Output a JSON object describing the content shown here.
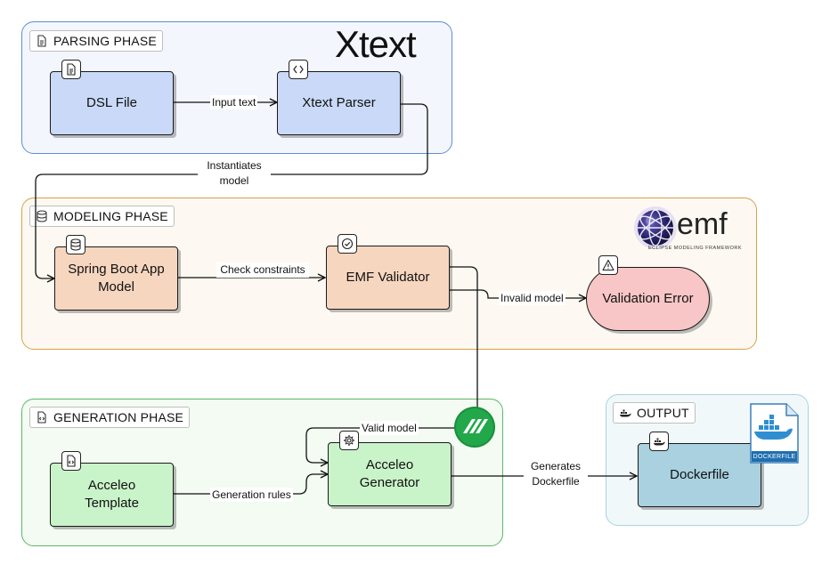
{
  "phases": {
    "parsing": {
      "label": "PARSING PHASE"
    },
    "modeling": {
      "label": "MODELING PHASE"
    },
    "generation": {
      "label": "GENERATION PHASE"
    },
    "output": {
      "label": "OUTPUT"
    }
  },
  "nodes": {
    "dsl_file": "DSL File",
    "xtext_parser": "Xtext Parser",
    "spring_boot_model": "Spring Boot App Model",
    "emf_validator": "EMF Validator",
    "validation_error": "Validation Error",
    "acceleo_template": "Acceleo Template",
    "acceleo_generator": "Acceleo Generator",
    "dockerfile": "Dockerfile"
  },
  "edges": {
    "input_text": "Input text",
    "instantiates_model": "Instantiates model",
    "check_constraints": "Check constraints",
    "invalid_model": "Invalid model",
    "valid_model": "Valid model",
    "generation_rules": "Generation rules",
    "generates_dockerfile": "Generates Dockerfile"
  },
  "logos": {
    "xtext": "Xtext",
    "emf": "emf",
    "emf_sub": "ECLIPSE MODELING FRAMEWORK",
    "dockerfile_doc": "DOCKERFILE"
  },
  "colors": {
    "parsing_border": "#5b8fd6",
    "modeling_border": "#d9a04a",
    "generation_border": "#5cb86a",
    "output_border": "#a9d3df",
    "blue_node": "#c9d9f7",
    "orange_node": "#f7d6c0",
    "green_node": "#c9f3c9",
    "red_node": "#f8c6c6",
    "teal_node": "#a9d1e0"
  }
}
